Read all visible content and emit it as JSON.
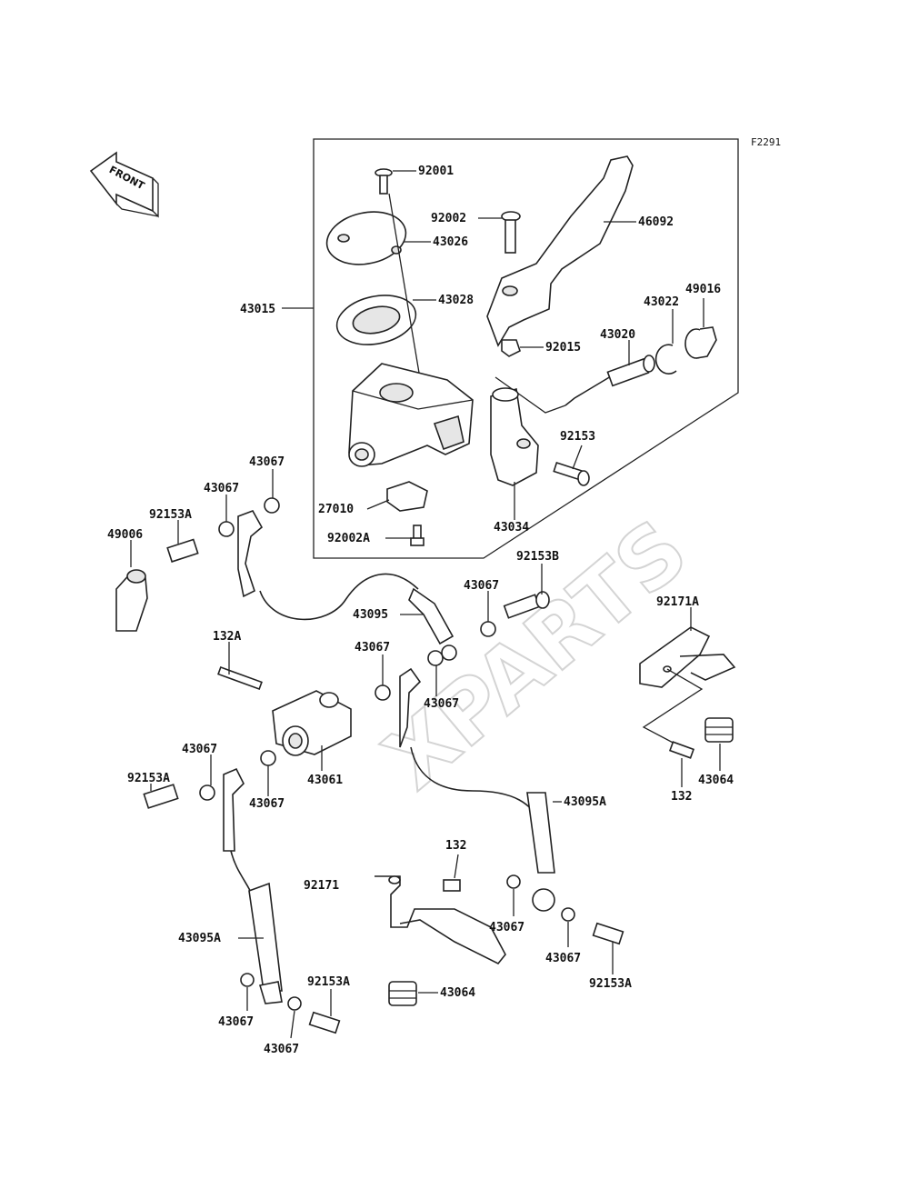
{
  "figure_code": "F2291",
  "watermark": "XPARTS",
  "direction_arrow": {
    "label": "FRONT",
    "icon": "front-direction-arrow-icon"
  },
  "callouts": [
    "92001",
    "92002",
    "46092",
    "43026",
    "43028",
    "43015",
    "92015",
    "43022",
    "49016",
    "43020",
    "92153",
    "43067",
    "43067",
    "92153A",
    "49006",
    "27010",
    "92002A",
    "43034",
    "92153B",
    "43067",
    "43095",
    "43067",
    "132A",
    "43067",
    "92171A",
    "43067",
    "43061",
    "92153A",
    "43067",
    "43095A",
    "132",
    "43064",
    "132",
    "92171",
    "43067",
    "43095A",
    "43067",
    "92153A",
    "92153A",
    "43064",
    "43067",
    "43067"
  ],
  "colors": {
    "line": "#222222",
    "watermark": "#d4d4d4",
    "background": "#ffffff"
  }
}
